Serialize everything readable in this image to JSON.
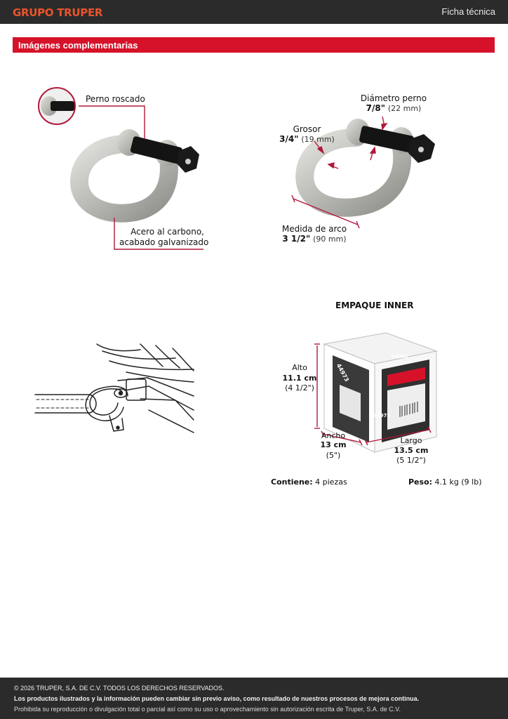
{
  "header": {
    "brand": "GRUPO TRUPER",
    "doc_type": "Ficha técnica"
  },
  "section": {
    "title": "Imágenes complementarias"
  },
  "callouts": {
    "pin": "Perno roscado",
    "material_line1": "Acero al carbono,",
    "material_line2": "acabado galvanizado"
  },
  "dimensions": {
    "pin_diameter_label": "Diámetro perno",
    "pin_diameter_value": "7/8\"",
    "pin_diameter_metric": "(22 mm)",
    "thickness_label": "Grosor",
    "thickness_value": "3/4\"",
    "thickness_metric": "(19 mm)",
    "arc_label": "Medida de arco",
    "arc_value": "3 1/2\"",
    "arc_metric": "(90 mm)"
  },
  "package": {
    "title": "EMPAQUE INNER",
    "height_label": "Alto",
    "height_value": "11.1 cm",
    "height_imperial": "(4 1/2\")",
    "width_label": "Ancho",
    "width_value": "13 cm",
    "width_imperial": "(5\")",
    "length_label": "Largo",
    "length_value": "13.5 cm",
    "length_imperial": "(5 1/2\")",
    "box_code": "44973",
    "box_brand": "FIERO",
    "contents_label": "Contiene:",
    "contents_value": "4 piezas",
    "weight_label": "Peso:",
    "weight_value": "4.1 kg (9 lb)"
  },
  "footer": {
    "copyright": "© 2026 TRUPER, S.A. DE C.V. TODOS LOS DERECHOS RESERVADOS.",
    "notice": "Los productos ilustrados y la información pueden cambiar sin previo aviso, como resultado de nuestros procesos de mejora continua.",
    "prohibition": "Prohibida su reproducción o divulgación total o parcial así como su uso o aprovechamiento sin autorización escrita de Truper, S.A. de C.V."
  },
  "colors": {
    "brand_orange": "#e9542b",
    "section_red": "#d5122a",
    "dark_bar": "#2b2b2b",
    "callout_line": "#b0183a"
  }
}
